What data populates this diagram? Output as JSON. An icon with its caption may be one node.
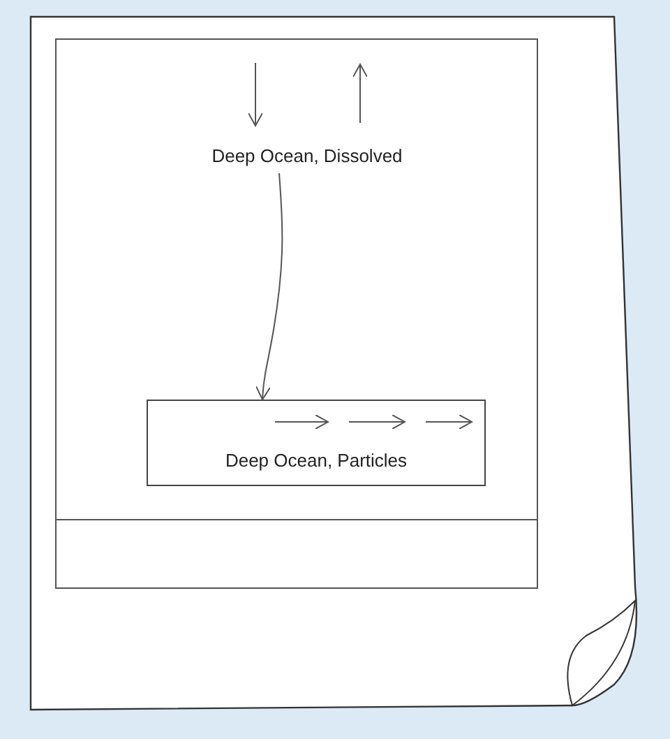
{
  "diagram": {
    "nodes": [
      {
        "text": [
          "Deep Ocean, Dissolved"
        ]
      },
      {
        "text": [
          "Deep Ocean, Particles"
        ]
      }
    ],
    "edges": [
      {
        "from": null,
        "to": 0,
        "arrow": "to"
      },
      {
        "from": 0,
        "to": null,
        "arrow": "to"
      },
      {
        "from": 0,
        "to": 1,
        "arrow": "to"
      }
    ]
  }
}
